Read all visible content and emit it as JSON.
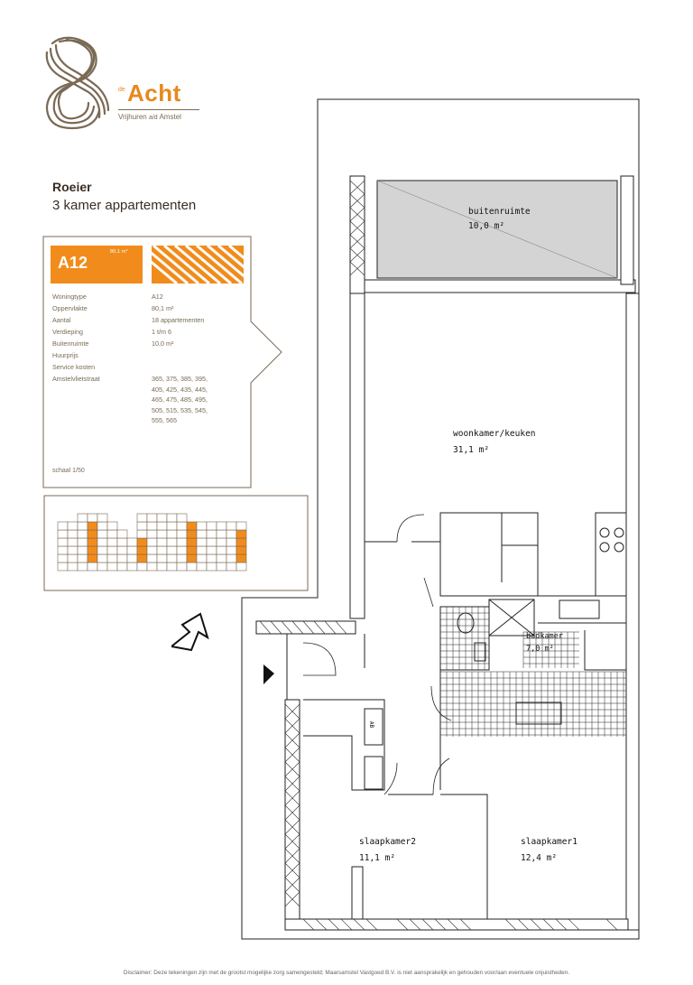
{
  "brand": {
    "prefix": "de",
    "name": "Acht",
    "subtitle": "Vrijhuren ",
    "subtitle_mark": "a/d",
    "subtitle_end": " Amstel",
    "accent": "#f18c1c",
    "text_brown": "#7a6a55"
  },
  "header": {
    "title": "Roeier",
    "subtitle": "3 kamer appartementen"
  },
  "card": {
    "code": "A12",
    "area_small": "80,1 m²",
    "specs": [
      {
        "label": "Woningtype",
        "value": "A12"
      },
      {
        "label": "Oppervlakte",
        "value": "80,1 m²"
      },
      {
        "label": "Aantal",
        "value": "18 appartementen"
      },
      {
        "label": "Verdieping",
        "value": "1 t/m 6"
      },
      {
        "label": "Buitenruimte",
        "value": "10,0 m²"
      },
      {
        "label": "Huurprijs",
        "value": ""
      },
      {
        "label": "Service kosten",
        "value": ""
      },
      {
        "label": "Amstelvlietstraat",
        "value": "365, 375, 385, 395,\n405, 425, 435, 445,\n465, 475, 485, 495,\n505, 515, 535, 545,\n555, 565"
      }
    ],
    "scale": "schaal 1/50"
  },
  "rooms": {
    "buitenruimte": {
      "name": "buitenruimte",
      "area": "10,0 m²"
    },
    "woonkamer": {
      "name": "woonkamer/keuken",
      "area": "31,1 m²"
    },
    "badkamer": {
      "name": "badkamer",
      "area": "7,0 m²"
    },
    "slaapkamer2": {
      "name": "slaapkamer2",
      "area": "11,1 m²"
    },
    "slaapkamer1": {
      "name": "slaapkamer1",
      "area": "12,4 m²"
    }
  },
  "storage_tag": "AB",
  "disclaimer": "Disclaimer: Deze tekeningen zijn met de grootst mogelijke zorg samengesteld; Maarsamstel Vastgoed B.V. is niet aansprakelijk en gehouden voor/aan eventuele onjuistheden."
}
